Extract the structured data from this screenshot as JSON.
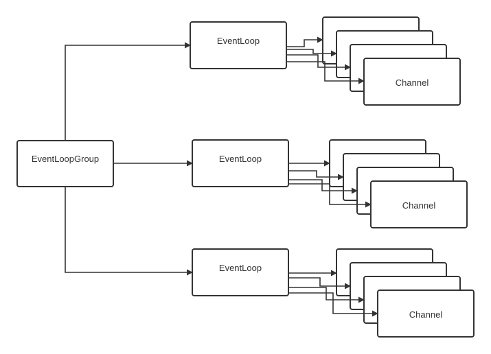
{
  "diagram": {
    "group": {
      "label": "EventLoopGroup"
    },
    "loops": [
      {
        "label": "EventLoop",
        "channel_label": "Channel"
      },
      {
        "label": "EventLoop",
        "channel_label": "Channel"
      },
      {
        "label": "EventLoop",
        "channel_label": "Channel"
      }
    ],
    "colors": {
      "stroke": "#333333",
      "fill": "#ffffff"
    }
  }
}
